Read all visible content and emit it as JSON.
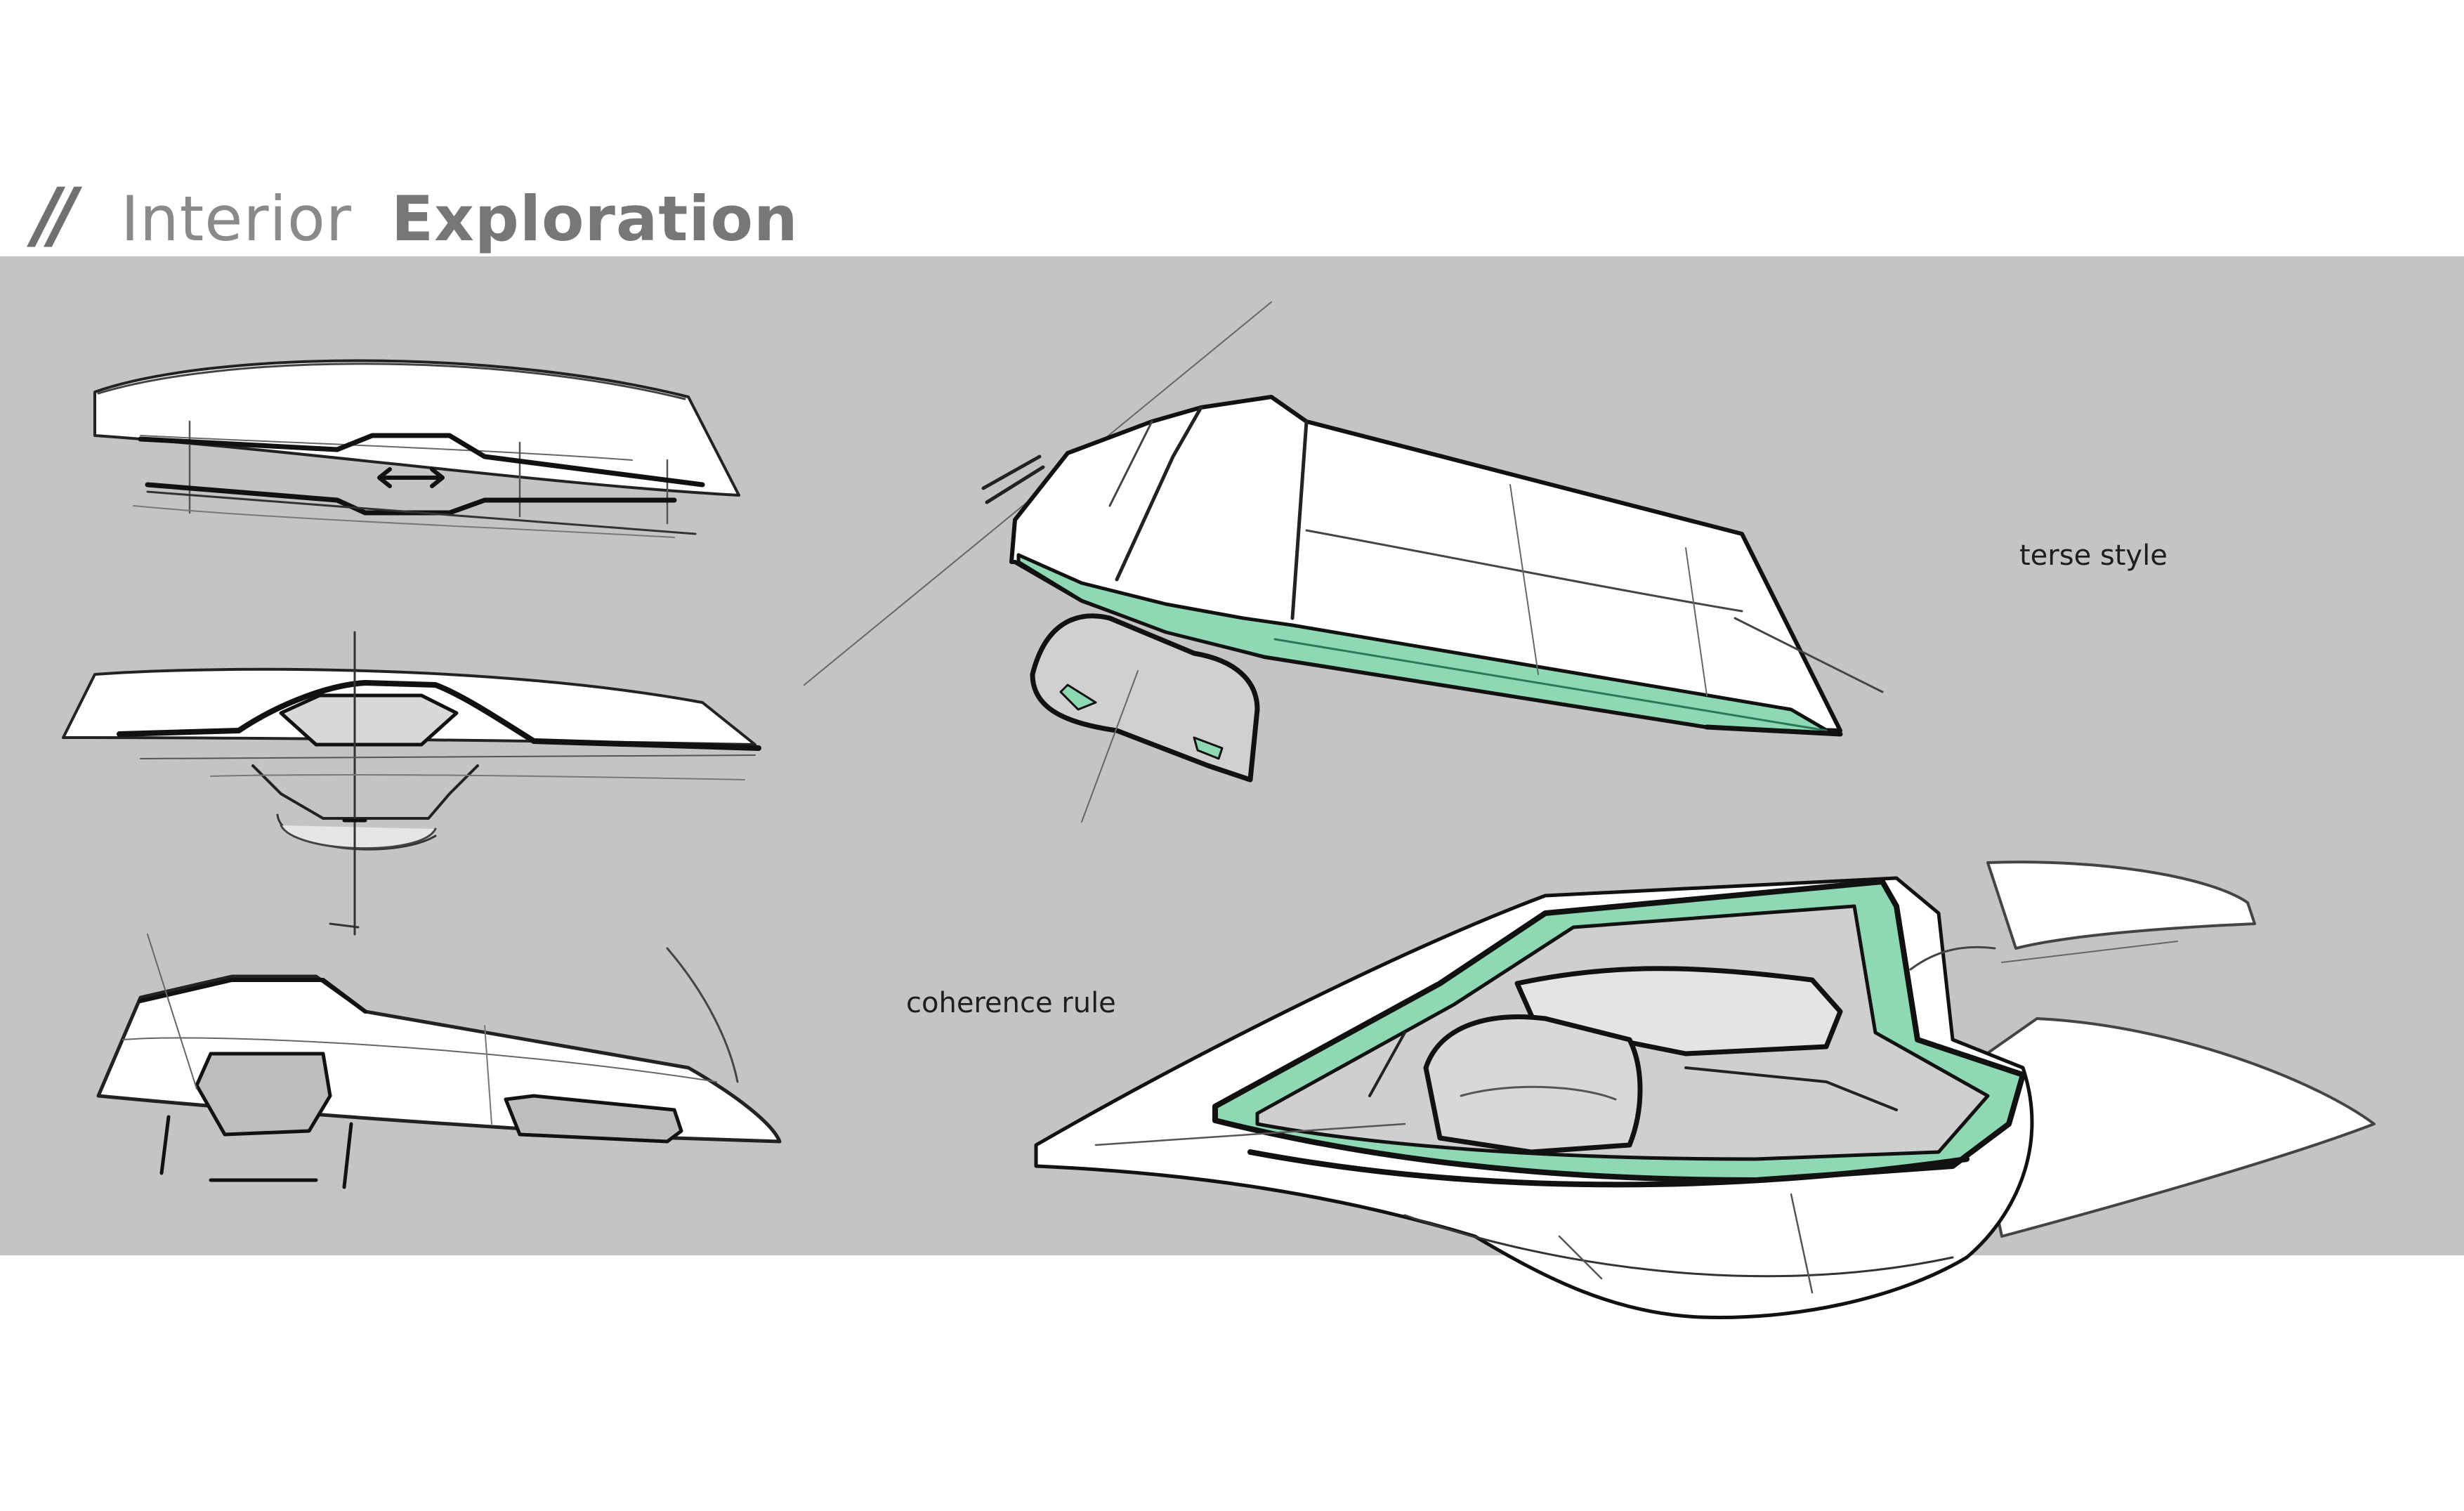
{
  "header": {
    "slashes": "//",
    "title_light": "Interior",
    "title_bold": "Exploration"
  },
  "annotations": {
    "terse": "terse style",
    "coherence": "coherence rule"
  },
  "colors": {
    "background": "#ffffff",
    "panel": "#c4c4c4",
    "accent_mint": "#8fd8b4",
    "ink": "#1a1a1a",
    "title_gray": "#808080"
  },
  "sketches": [
    {
      "name": "dashboard-top-view"
    },
    {
      "name": "dashboard-front-view"
    },
    {
      "name": "dashboard-side-view"
    },
    {
      "name": "dashboard-perspective-terse"
    },
    {
      "name": "cockpit-perspective-coherence"
    }
  ]
}
